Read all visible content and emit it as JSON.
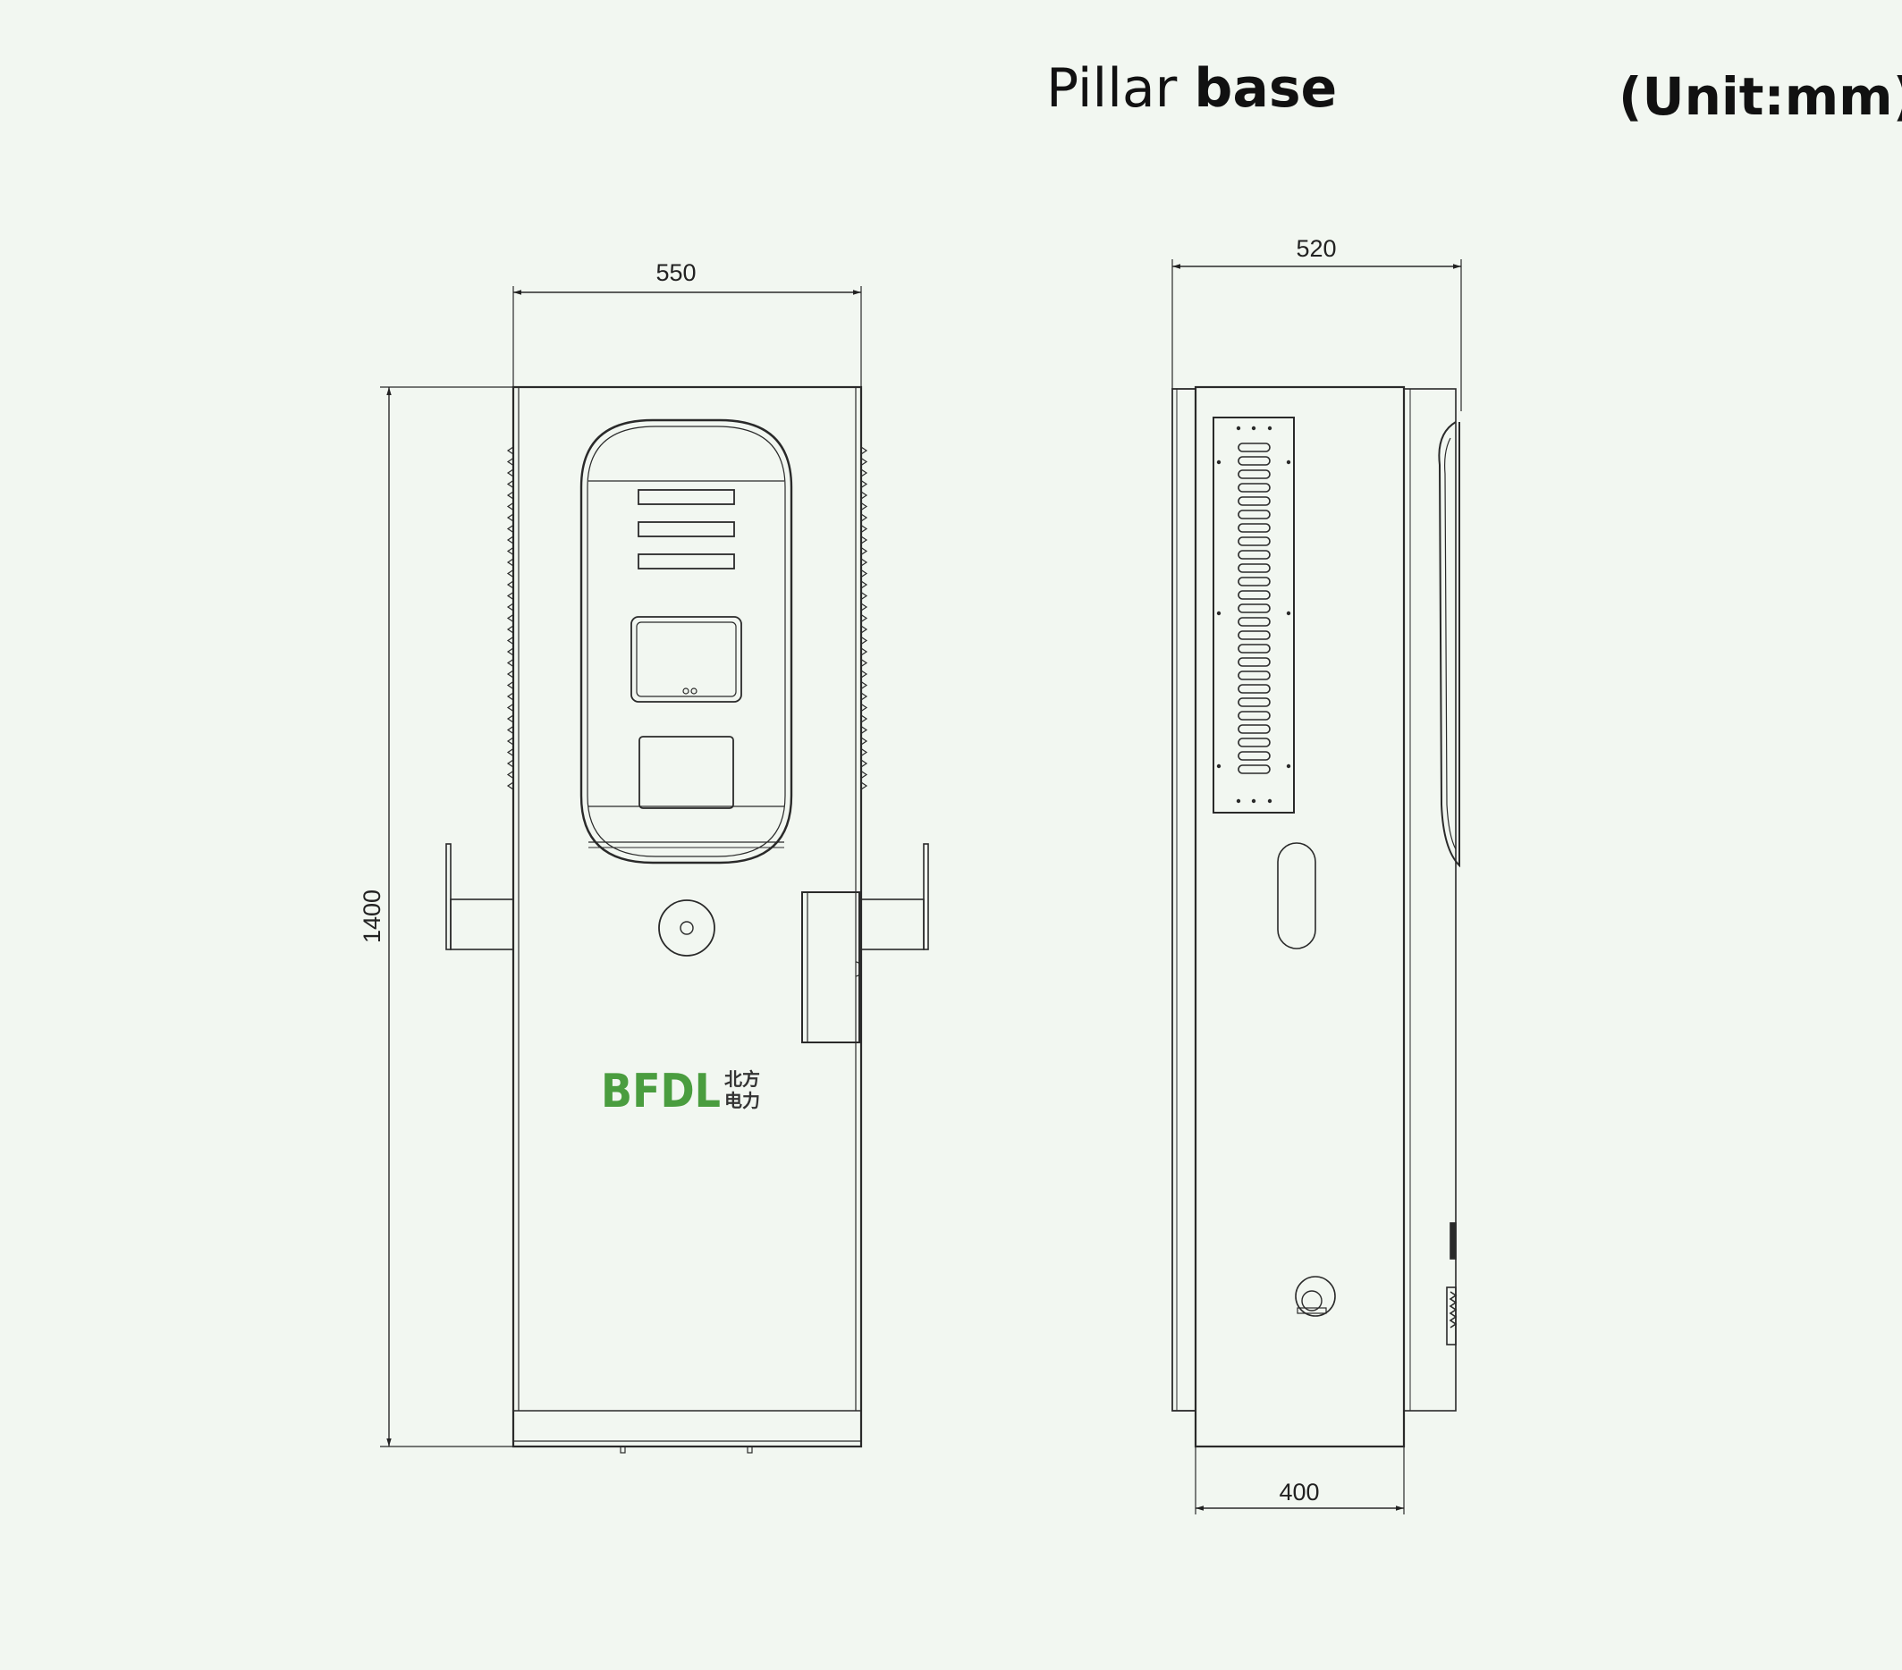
{
  "title": {
    "part1": "Pillar ",
    "part2": "base"
  },
  "unit_label": "(Unit:mm)",
  "front_view": {
    "width_dim": "550",
    "height_dim": "1400"
  },
  "side_view": {
    "top_width_dim": "520",
    "bottom_width_dim": "400"
  },
  "logo": {
    "latin": "BFDL",
    "cn_line1": "北方",
    "cn_line2": "电力",
    "color": "#4a9d3f"
  },
  "colors": {
    "background": "#f2f7f1",
    "line": "#2a2a2a"
  }
}
